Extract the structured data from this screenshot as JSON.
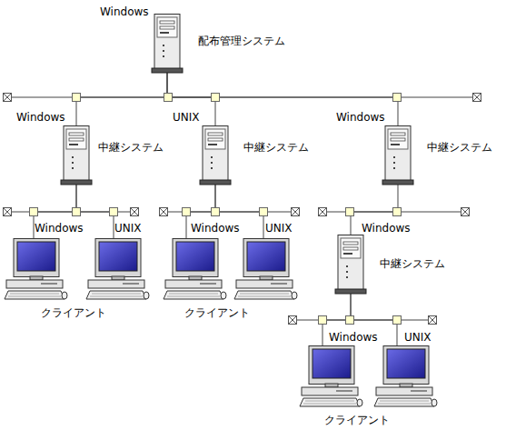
{
  "diagram": {
    "nodes": [
      {
        "text": [
          "Windows",
          "配布管理システム"
        ]
      },
      {
        "text": [
          "Windows",
          "中継システム"
        ]
      },
      {
        "text": [
          "UNIX",
          "中継システム"
        ]
      },
      {
        "text": [
          "Windows",
          "中継システム"
        ]
      },
      {
        "text": [
          "Windows",
          "中継システム"
        ]
      },
      {
        "text": [
          "Windows"
        ]
      },
      {
        "text": [
          "UNIX"
        ]
      },
      {
        "text": [
          "Windows"
        ]
      },
      {
        "text": [
          "UNIX"
        ]
      },
      {
        "text": [
          "Windows"
        ]
      },
      {
        "text": [
          "UNIX"
        ]
      }
    ],
    "edges": [
      {
        "from": 0,
        "to": 1,
        "arrow": "none"
      },
      {
        "from": 0,
        "to": 2,
        "arrow": "none"
      },
      {
        "from": 0,
        "to": 3,
        "arrow": "none"
      },
      {
        "from": 1,
        "to": 5,
        "arrow": "none"
      },
      {
        "from": 1,
        "to": 6,
        "arrow": "none"
      },
      {
        "from": 2,
        "to": 7,
        "arrow": "none"
      },
      {
        "from": 2,
        "to": 8,
        "arrow": "none"
      },
      {
        "from": 3,
        "to": 4,
        "arrow": "none"
      },
      {
        "from": 4,
        "to": 9,
        "arrow": "none"
      },
      {
        "from": 4,
        "to": 10,
        "arrow": "none"
      }
    ],
    "labels": [
      "クライアント",
      "クライアント",
      "クライアント"
    ]
  }
}
